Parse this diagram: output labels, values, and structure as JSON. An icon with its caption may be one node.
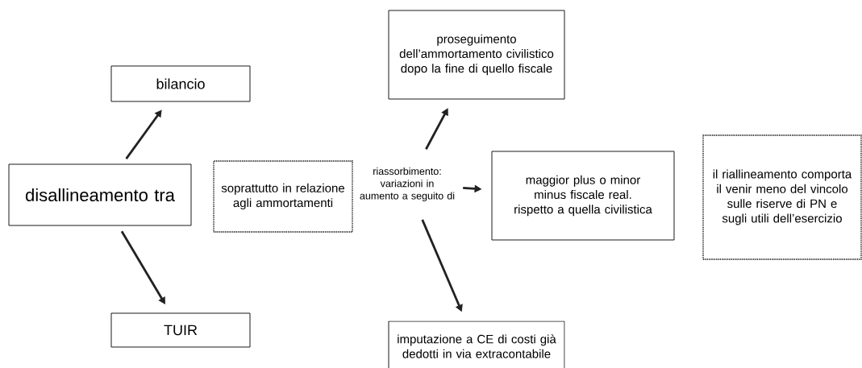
{
  "diagram": {
    "nodes": [
      {
        "text": [
          "bilancio"
        ]
      },
      {
        "text": [
          "disallineamento tra"
        ]
      },
      {
        "text": [
          "TUIR"
        ]
      },
      {
        "text": [
          "soprattutto in relazione agli ammortamenti"
        ]
      },
      {
        "text": [
          "riassorbimento: variazioni in aumento a seguito di"
        ]
      },
      {
        "text": [
          "proseguimento dell’ammortamento civilistico dopo la fine di quello fiscale"
        ]
      },
      {
        "text": [
          "maggior plus o minor minus fiscale real. rispetto a quella civilistica"
        ]
      },
      {
        "text": [
          "imputazione a CE di costi già dedotti in via extracontabile"
        ]
      },
      {
        "text": [
          "il riallineamento comporta il venir meno del vincolo sulle riserve di PN e sugli utili dell’esercizio"
        ]
      }
    ],
    "edges": [
      {
        "from": 1,
        "to": 0,
        "arrow": "to"
      },
      {
        "from": 1,
        "to": 2,
        "arrow": "to"
      },
      {
        "from": 4,
        "to": 5,
        "arrow": "to"
      },
      {
        "from": 4,
        "to": 6,
        "arrow": "to"
      },
      {
        "from": 4,
        "to": 7,
        "arrow": "to"
      }
    ]
  }
}
